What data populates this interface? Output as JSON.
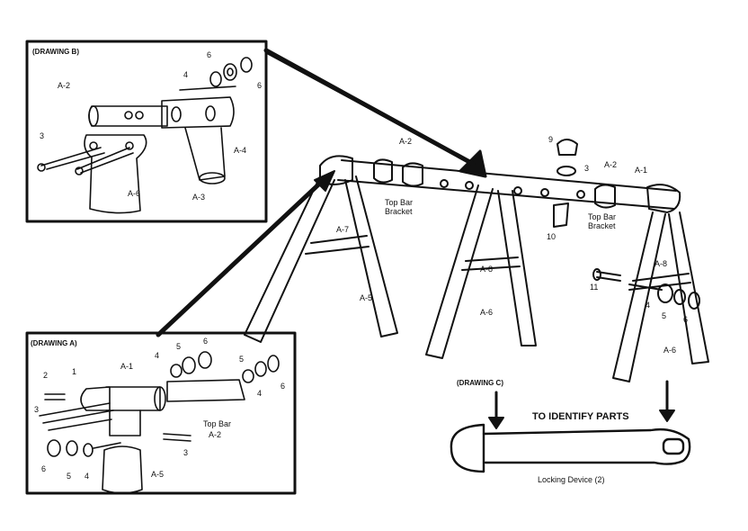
{
  "insets": {
    "drawing_b": "(DRAWING B)",
    "drawing_a": "(DRAWING A)",
    "drawing_c": "(DRAWING C)"
  },
  "callouts": {
    "top_bar_bracket_left": [
      "Top Bar",
      "Bracket"
    ],
    "top_bar_bracket_right": [
      "Top Bar",
      "Bracket"
    ],
    "top_bar_a2": [
      "Top Bar",
      "A-2"
    ],
    "to_identify_parts": "TO IDENTIFY PARTS",
    "locking_device": "Locking Device (2)"
  },
  "part_labels": {
    "a1": "A-1",
    "a2": "A-2",
    "a3": "A-3",
    "a4": "A-4",
    "a5": "A-5",
    "a6": "A-6",
    "a7": "A-7",
    "a8": "A-8",
    "n1": "1",
    "n2": "2",
    "n3": "3",
    "n4": "4",
    "n5": "5",
    "n6": "6",
    "n9": "9",
    "n10": "10",
    "n11": "11"
  },
  "colors": {
    "ink": "#111111",
    "paper": "#ffffff"
  }
}
